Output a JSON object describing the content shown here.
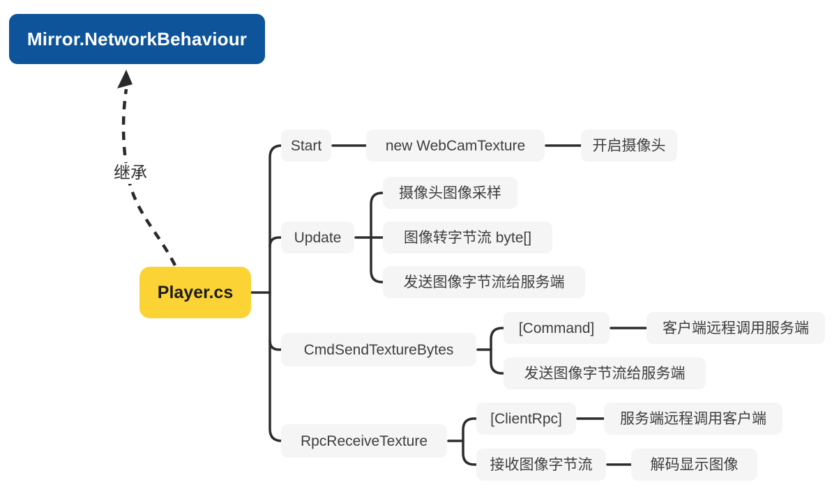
{
  "mindmap": {
    "parent_class": "Mirror.NetworkBehaviour",
    "inheritance_edge": "继承",
    "root": "Player.cs",
    "branches": [
      {
        "label": "Start",
        "children": [
          {
            "label": "new WebCamTexture",
            "children": [
              {
                "label": "开启摄像头",
                "children": []
              }
            ]
          }
        ]
      },
      {
        "label": "Update",
        "children": [
          {
            "label": "摄像头图像采样",
            "children": []
          },
          {
            "label": "图像转字节流 byte[]",
            "children": []
          },
          {
            "label": "发送图像字节流给服务端",
            "children": []
          }
        ]
      },
      {
        "label": "CmdSendTextureBytes",
        "children": [
          {
            "label": "[Command]",
            "children": [
              {
                "label": "客户端远程调用服务端",
                "children": []
              }
            ]
          },
          {
            "label": "发送图像字节流给服务端",
            "children": []
          }
        ]
      },
      {
        "label": "RpcReceiveTexture",
        "children": [
          {
            "label": "[ClientRpc]",
            "children": [
              {
                "label": "服务端远程调用客户端",
                "children": []
              }
            ]
          },
          {
            "label": "接收图像字节流",
            "children": [
              {
                "label": "解码显示图像",
                "children": []
              }
            ]
          }
        ]
      }
    ],
    "colors": {
      "parent_class_bg": "#0E549B",
      "parent_class_text": "#FFFFFF",
      "root_bg": "#FBD335",
      "root_text": "#1C1C1C",
      "child_node_bg": "#F5F5F5",
      "child_node_text": "#3E3E3E",
      "connector_line": "#2D2D2D",
      "background": "#FFFFFF"
    }
  }
}
